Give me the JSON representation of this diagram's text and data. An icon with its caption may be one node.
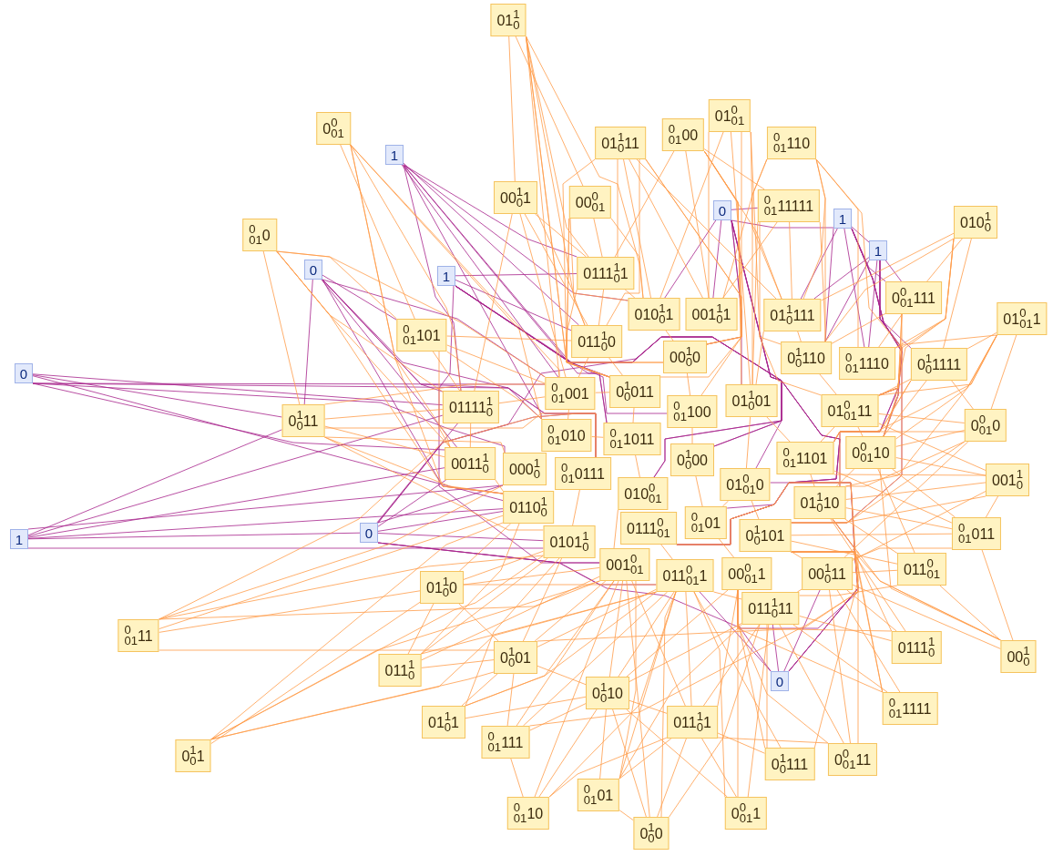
{
  "diagram": {
    "nodes": [
      {
        "text": [
          "1"
        ]
      },
      {
        "text": [
          "01$^{1}$$_{0}$"
        ]
      },
      {
        "text": [
          "0$^{0}$$_{01}$"
        ]
      },
      {
        "text": [
          "$^{0}$$_{01}$0"
        ]
      },
      {
        "text": [
          "01$^{1}$$_{0}$11"
        ]
      },
      {
        "text": [
          "$^{0}$$_{01}$00"
        ]
      },
      {
        "text": [
          "01$^{0}$$_{01}$"
        ]
      },
      {
        "text": [
          "$^{0}$$_{01}$110"
        ]
      },
      {
        "text": [
          "00$^{1}$$_{0}$1"
        ]
      },
      {
        "text": [
          "00$^{0}$$_{01}$"
        ]
      },
      {
        "text": [
          "$^{0}$$_{01}$11111"
        ]
      },
      {
        "text": [
          "010$^{1}$$_{0}$"
        ]
      },
      {
        "text": [
          "0111$^{1}$$_{0}$1"
        ]
      },
      {
        "text": [
          "0$^{0}$$_{01}$111"
        ]
      },
      {
        "text": [
          "01$^{0}$$_{01}$1"
        ]
      },
      {
        "text": [
          "$^{0}$$_{01}$101"
        ]
      },
      {
        "text": [
          "010$^{1}$$_{0}$1"
        ]
      },
      {
        "text": [
          "001$^{1}$$_{0}$1"
        ]
      },
      {
        "text": [
          "011$^{1}$$_{0}$0"
        ]
      },
      {
        "text": [
          "01$^{1}$$_{0}$111"
        ]
      },
      {
        "text": [
          "00$^{1}$$_{0}$0"
        ]
      },
      {
        "text": [
          "0$^{1}$$_{0}$110"
        ]
      },
      {
        "text": [
          "$^{0}$$_{01}$1110"
        ]
      },
      {
        "text": [
          "0$^{1}$$_{0}$1111"
        ]
      },
      {
        "text": [
          "01111$^{1}$$_{0}$"
        ]
      },
      {
        "text": [
          "$^{0}$$_{01}$001"
        ]
      },
      {
        "text": [
          "0$^{1}$$_{0}$011"
        ]
      },
      {
        "text": [
          "$^{0}$$_{01}$100"
        ]
      },
      {
        "text": [
          "01$^{1}$$_{0}$01"
        ]
      },
      {
        "text": [
          "0$^{1}$$_{0}$11"
        ]
      },
      {
        "text": [
          "01$^{0}$$_{01}$11"
        ]
      },
      {
        "text": [
          "0$^{0}$$_{01}$0"
        ]
      },
      {
        "text": [
          "0011$^{1}$$_{0}$"
        ]
      },
      {
        "text": [
          "000$^{1}$$_{0}$"
        ]
      },
      {
        "text": [
          "$^{0}$$_{01}$010"
        ]
      },
      {
        "text": [
          "$^{0}$$_{01}$1011"
        ]
      },
      {
        "text": [
          "0$^{1}$$_{0}$00"
        ]
      },
      {
        "text": [
          "$^{0}$$_{01}$0111"
        ]
      },
      {
        "text": [
          "010$^{0}$$_{01}$"
        ]
      },
      {
        "text": [
          "$^{0}$$_{01}$1101"
        ]
      },
      {
        "text": [
          "01$^{0}$$_{01}$0"
        ]
      },
      {
        "text": [
          "0$^{0}$$_{01}$10"
        ]
      },
      {
        "text": [
          "001$^{1}$$_{0}$"
        ]
      },
      {
        "text": [
          "0110$^{1}$$_{0}$"
        ]
      },
      {
        "text": [
          "0101$^{1}$$_{0}$"
        ]
      },
      {
        "text": [
          "0111$^{0}$$_{01}$"
        ]
      },
      {
        "text": [
          "01$^{1}$$_{0}$10"
        ]
      },
      {
        "text": [
          "$^{0}$$_{01}$01"
        ]
      },
      {
        "text": [
          "0$^{1}$$_{0}$101"
        ]
      },
      {
        "text": [
          "001$^{0}$$_{01}$"
        ]
      },
      {
        "text": [
          "$^{0}$$_{01}$011"
        ]
      },
      {
        "text": [
          "00$^{0}$$_{01}$1"
        ]
      },
      {
        "text": [
          "011$^{0}$$_{01}$1"
        ]
      },
      {
        "text": [
          "00$^{1}$$_{0}$11"
        ]
      },
      {
        "text": [
          "011$^{0}$$_{01}$"
        ]
      },
      {
        "text": [
          "011$^{1}$$_{0}$11"
        ]
      },
      {
        "text": [
          "01$^{1}$$_{0}$0"
        ]
      },
      {
        "text": [
          "$^{0}$$_{01}$11"
        ]
      },
      {
        "text": [
          "0111$^{1}$$_{0}$"
        ]
      },
      {
        "text": [
          "00$^{1}$$_{0}$"
        ]
      },
      {
        "text": [
          "0$^{1}$$_{0}$01"
        ]
      },
      {
        "text": [
          "011$^{1}$$_{0}$"
        ]
      },
      {
        "text": [
          "0$^{1}$$_{0}$10"
        ]
      },
      {
        "text": [
          "$^{0}$$_{01}$1111"
        ]
      },
      {
        "text": [
          "01$^{1}$$_{0}$1"
        ]
      },
      {
        "text": [
          "011$^{1}$$_{0}$1"
        ]
      },
      {
        "text": [
          "$^{0}$$_{01}$111"
        ]
      },
      {
        "text": [
          "0$^{1}$$_{0}$1"
        ]
      },
      {
        "text": [
          "0$^{1}$$_{0}$111"
        ]
      },
      {
        "text": [
          "0$^{0}$$_{01}$11"
        ]
      },
      {
        "text": [
          "$^{0}$$_{01}$10"
        ]
      },
      {
        "text": [
          "$^{0}$$_{01}$01"
        ]
      },
      {
        "text": [
          "0$^{0}$$_{01}$1"
        ]
      },
      {
        "text": [
          "0$^{1}$$_{0}$0"
        ]
      },
      {
        "text": [
          "0"
        ]
      },
      {
        "text": [
          "1"
        ]
      },
      {
        "text": [
          "0"
        ]
      },
      {
        "text": [
          "1"
        ]
      },
      {
        "text": [
          "1"
        ]
      },
      {
        "text": [
          "0"
        ]
      },
      {
        "text": [
          "1"
        ]
      },
      {
        "text": [
          "0"
        ]
      },
      {
        "text": [
          "0"
        ]
      }
    ],
    "edges": [
      {
        "from": 0,
        "to": 12,
        "arrow": "none",
        "color": "#a8248c"
      },
      {
        "from": 0,
        "to": 16,
        "arrow": "none",
        "color": "#a8248c"
      },
      {
        "from": 0,
        "to": 18,
        "arrow": "none",
        "color": "#a8248c"
      },
      {
        "from": 0,
        "to": 24,
        "arrow": "none",
        "color": "#a8248c"
      },
      {
        "from": 0,
        "to": 25,
        "arrow": "none",
        "color": "#a8248c"
      },
      {
        "from": 0,
        "to": 26,
        "arrow": "none",
        "color": "#a8248c"
      },
      {
        "from": 0,
        "to": 34,
        "arrow": "none",
        "color": "#a8248c"
      },
      {
        "from": 0,
        "to": 35,
        "arrow": "none",
        "color": "#a8248c"
      },
      {
        "from": 74,
        "to": 24,
        "arrow": "none",
        "color": "#a8248c"
      },
      {
        "from": 74,
        "to": 15,
        "arrow": "none",
        "color": "#a8248c"
      },
      {
        "from": 74,
        "to": 32,
        "arrow": "none",
        "color": "#a8248c"
      },
      {
        "from": 74,
        "to": 25,
        "arrow": "none",
        "color": "#a8248c"
      },
      {
        "from": 74,
        "to": 43,
        "arrow": "none",
        "color": "#a8248c"
      },
      {
        "from": 74,
        "to": 37,
        "arrow": "none",
        "color": "#a8248c"
      },
      {
        "from": 74,
        "to": 34,
        "arrow": "none",
        "color": "#a8248c"
      },
      {
        "from": 74,
        "to": 29,
        "arrow": "none",
        "color": "#a8248c"
      },
      {
        "from": 75,
        "to": 12,
        "arrow": "none",
        "color": "#a8248c"
      },
      {
        "from": 75,
        "to": 18,
        "arrow": "none",
        "color": "#a8248c"
      },
      {
        "from": 75,
        "to": 26,
        "arrow": "none",
        "color": "#a8248c"
      },
      {
        "from": 75,
        "to": 35,
        "arrow": "none",
        "color": "#a8248c"
      },
      {
        "from": 75,
        "to": 36,
        "arrow": "none",
        "color": "#a8248c"
      },
      {
        "from": 75,
        "to": 38,
        "arrow": "none",
        "color": "#a8248c"
      },
      {
        "from": 75,
        "to": 45,
        "arrow": "none",
        "color": "#a8248c"
      },
      {
        "from": 75,
        "to": 27,
        "arrow": "none",
        "color": "#a8248c"
      },
      {
        "from": 75,
        "to": 49,
        "arrow": "none",
        "color": "#a8248c"
      },
      {
        "from": 76,
        "to": 10,
        "arrow": "none",
        "color": "#a8248c"
      },
      {
        "from": 76,
        "to": 16,
        "arrow": "none",
        "color": "#a8248c"
      },
      {
        "from": 76,
        "to": 17,
        "arrow": "none",
        "color": "#a8248c"
      },
      {
        "from": 76,
        "to": 20,
        "arrow": "none",
        "color": "#a8248c"
      },
      {
        "from": 76,
        "to": 28,
        "arrow": "none",
        "color": "#a8248c"
      },
      {
        "from": 76,
        "to": 36,
        "arrow": "none",
        "color": "#a8248c"
      },
      {
        "from": 76,
        "to": 47,
        "arrow": "none",
        "color": "#a8248c"
      },
      {
        "from": 76,
        "to": 40,
        "arrow": "none",
        "color": "#a8248c"
      },
      {
        "from": 76,
        "to": 45,
        "arrow": "none",
        "color": "#a8248c"
      },
      {
        "from": 76,
        "to": 77,
        "arrow": "none",
        "color": "#a8248c"
      },
      {
        "from": 77,
        "to": 19,
        "arrow": "none",
        "color": "#a8248c"
      },
      {
        "from": 77,
        "to": 21,
        "arrow": "none",
        "color": "#a8248c"
      },
      {
        "from": 77,
        "to": 22,
        "arrow": "none",
        "color": "#a8248c"
      },
      {
        "from": 77,
        "to": 30,
        "arrow": "none",
        "color": "#a8248c"
      },
      {
        "from": 77,
        "to": 41,
        "arrow": "none",
        "color": "#a8248c"
      },
      {
        "from": 77,
        "to": 46,
        "arrow": "none",
        "color": "#a8248c"
      },
      {
        "from": 77,
        "to": 48,
        "arrow": "none",
        "color": "#a8248c"
      },
      {
        "from": 77,
        "to": 13,
        "arrow": "none",
        "color": "#a8248c"
      },
      {
        "from": 77,
        "to": 78,
        "arrow": "none",
        "color": "#a8248c"
      },
      {
        "from": 78,
        "to": 21,
        "arrow": "none",
        "color": "#a8248c"
      },
      {
        "from": 78,
        "to": 22,
        "arrow": "none",
        "color": "#a8248c"
      },
      {
        "from": 78,
        "to": 23,
        "arrow": "none",
        "color": "#a8248c"
      },
      {
        "from": 78,
        "to": 30,
        "arrow": "none",
        "color": "#a8248c"
      },
      {
        "from": 78,
        "to": 41,
        "arrow": "none",
        "color": "#a8248c"
      },
      {
        "from": 78,
        "to": 13,
        "arrow": "none",
        "color": "#a8248c"
      },
      {
        "from": 78,
        "to": 19,
        "arrow": "none",
        "color": "#a8248c"
      },
      {
        "from": 78,
        "to": 39,
        "arrow": "none",
        "color": "#a8248c"
      },
      {
        "from": 79,
        "to": 29,
        "arrow": "none",
        "color": "#a8248c"
      },
      {
        "from": 79,
        "to": 24,
        "arrow": "none",
        "color": "#a8248c"
      },
      {
        "from": 79,
        "to": 32,
        "arrow": "none",
        "color": "#a8248c"
      },
      {
        "from": 79,
        "to": 25,
        "arrow": "none",
        "color": "#a8248c"
      },
      {
        "from": 79,
        "to": 33,
        "arrow": "none",
        "color": "#a8248c"
      },
      {
        "from": 79,
        "to": 43,
        "arrow": "none",
        "color": "#a8248c"
      },
      {
        "from": 79,
        "to": 37,
        "arrow": "none",
        "color": "#a8248c"
      },
      {
        "from": 80,
        "to": 29,
        "arrow": "none",
        "color": "#a8248c"
      },
      {
        "from": 80,
        "to": 24,
        "arrow": "none",
        "color": "#a8248c"
      },
      {
        "from": 80,
        "to": 32,
        "arrow": "none",
        "color": "#a8248c"
      },
      {
        "from": 80,
        "to": 33,
        "arrow": "none",
        "color": "#a8248c"
      },
      {
        "from": 80,
        "to": 43,
        "arrow": "none",
        "color": "#a8248c"
      },
      {
        "from": 80,
        "to": 44,
        "arrow": "none",
        "color": "#a8248c"
      },
      {
        "from": 80,
        "to": 81,
        "arrow": "none",
        "color": "#a8248c"
      },
      {
        "from": 81,
        "to": 43,
        "arrow": "none",
        "color": "#a8248c"
      },
      {
        "from": 81,
        "to": 44,
        "arrow": "none",
        "color": "#a8248c"
      },
      {
        "from": 81,
        "to": 32,
        "arrow": "none",
        "color": "#a8248c"
      },
      {
        "from": 81,
        "to": 33,
        "arrow": "none",
        "color": "#a8248c"
      },
      {
        "from": 81,
        "to": 49,
        "arrow": "none",
        "color": "#a8248c"
      },
      {
        "from": 81,
        "to": 45,
        "arrow": "none",
        "color": "#a8248c"
      },
      {
        "from": 81,
        "to": 52,
        "arrow": "none",
        "color": "#a8248c"
      },
      {
        "from": 81,
        "to": 24,
        "arrow": "none",
        "color": "#a8248c"
      },
      {
        "from": 81,
        "to": 37,
        "arrow": "none",
        "color": "#a8248c"
      },
      {
        "from": 81,
        "to": 38,
        "arrow": "none",
        "color": "#a8248c"
      },
      {
        "from": 82,
        "to": 55,
        "arrow": "none",
        "color": "#a8248c"
      },
      {
        "from": 82,
        "to": 51,
        "arrow": "none",
        "color": "#a8248c"
      },
      {
        "from": 82,
        "to": 52,
        "arrow": "none",
        "color": "#a8248c"
      },
      {
        "from": 82,
        "to": 48,
        "arrow": "none",
        "color": "#a8248c"
      },
      {
        "from": 82,
        "to": 53,
        "arrow": "none",
        "color": "#a8248c"
      },
      {
        "from": 82,
        "to": 40,
        "arrow": "none",
        "color": "#a8248c"
      },
      {
        "from": 82,
        "to": 46,
        "arrow": "none",
        "color": "#a8248c"
      },
      {
        "from": 1,
        "to": 8,
        "arrow": "none"
      },
      {
        "from": 1,
        "to": 9,
        "arrow": "none"
      },
      {
        "from": 1,
        "to": 12,
        "arrow": "none"
      },
      {
        "from": 1,
        "to": 18,
        "arrow": "none"
      },
      {
        "from": 1,
        "to": 16,
        "arrow": "none"
      },
      {
        "from": 1,
        "to": 26,
        "arrow": "none"
      },
      {
        "from": 1,
        "to": 20,
        "arrow": "none"
      },
      {
        "from": 1,
        "to": 25,
        "arrow": "none"
      },
      {
        "from": 2,
        "to": 15,
        "arrow": "none"
      },
      {
        "from": 2,
        "to": 24,
        "arrow": "none"
      },
      {
        "from": 2,
        "to": 32,
        "arrow": "none"
      },
      {
        "from": 2,
        "to": 25,
        "arrow": "none"
      },
      {
        "from": 2,
        "to": 43,
        "arrow": "none"
      },
      {
        "from": 2,
        "to": 34,
        "arrow": "none"
      },
      {
        "from": 3,
        "to": 15,
        "arrow": "none"
      },
      {
        "from": 3,
        "to": 24,
        "arrow": "none"
      },
      {
        "from": 3,
        "to": 29,
        "arrow": "none"
      },
      {
        "from": 3,
        "to": 32,
        "arrow": "none"
      },
      {
        "from": 3,
        "to": 25,
        "arrow": "none"
      },
      {
        "from": 3,
        "to": 43,
        "arrow": "none"
      },
      {
        "from": 4,
        "to": 12,
        "arrow": "none"
      },
      {
        "from": 4,
        "to": 16,
        "arrow": "none"
      },
      {
        "from": 4,
        "to": 17,
        "arrow": "none"
      },
      {
        "from": 4,
        "to": 18,
        "arrow": "none"
      },
      {
        "from": 4,
        "to": 20,
        "arrow": "none"
      },
      {
        "from": 4,
        "to": 26,
        "arrow": "none"
      },
      {
        "from": 4,
        "to": 27,
        "arrow": "none"
      },
      {
        "from": 4,
        "to": 19,
        "arrow": "none"
      },
      {
        "from": 5,
        "to": 12,
        "arrow": "none"
      },
      {
        "from": 5,
        "to": 17,
        "arrow": "none"
      },
      {
        "from": 5,
        "to": 20,
        "arrow": "none"
      },
      {
        "from": 5,
        "to": 28,
        "arrow": "none"
      },
      {
        "from": 5,
        "to": 26,
        "arrow": "none"
      },
      {
        "from": 5,
        "to": 19,
        "arrow": "none"
      },
      {
        "from": 5,
        "to": 10,
        "arrow": "none"
      },
      {
        "from": 6,
        "to": 16,
        "arrow": "none"
      },
      {
        "from": 6,
        "to": 17,
        "arrow": "none"
      },
      {
        "from": 6,
        "to": 19,
        "arrow": "none"
      },
      {
        "from": 6,
        "to": 21,
        "arrow": "none"
      },
      {
        "from": 6,
        "to": 28,
        "arrow": "none"
      },
      {
        "from": 6,
        "to": 20,
        "arrow": "none"
      },
      {
        "from": 7,
        "to": 17,
        "arrow": "none"
      },
      {
        "from": 7,
        "to": 19,
        "arrow": "none"
      },
      {
        "from": 7,
        "to": 21,
        "arrow": "none"
      },
      {
        "from": 7,
        "to": 22,
        "arrow": "none"
      },
      {
        "from": 7,
        "to": 28,
        "arrow": "none"
      },
      {
        "from": 7,
        "to": 30,
        "arrow": "none"
      },
      {
        "from": 8,
        "to": 12,
        "arrow": "none"
      },
      {
        "from": 8,
        "to": 18,
        "arrow": "none"
      },
      {
        "from": 8,
        "to": 25,
        "arrow": "none"
      },
      {
        "from": 8,
        "to": 24,
        "arrow": "none"
      },
      {
        "from": 8,
        "to": 16,
        "arrow": "none"
      },
      {
        "from": 9,
        "to": 12,
        "arrow": "none"
      },
      {
        "from": 9,
        "to": 18,
        "arrow": "none"
      },
      {
        "from": 9,
        "to": 26,
        "arrow": "none"
      },
      {
        "from": 9,
        "to": 16,
        "arrow": "none"
      },
      {
        "from": 9,
        "to": 20,
        "arrow": "none"
      },
      {
        "from": 10,
        "to": 19,
        "arrow": "none"
      },
      {
        "from": 10,
        "to": 21,
        "arrow": "none"
      },
      {
        "from": 10,
        "to": 17,
        "arrow": "none"
      },
      {
        "from": 10,
        "to": 28,
        "arrow": "none"
      },
      {
        "from": 10,
        "to": 30,
        "arrow": "none"
      },
      {
        "from": 11,
        "to": 13,
        "arrow": "none"
      },
      {
        "from": 11,
        "to": 19,
        "arrow": "none"
      },
      {
        "from": 11,
        "to": 21,
        "arrow": "none"
      },
      {
        "from": 11,
        "to": 22,
        "arrow": "none"
      },
      {
        "from": 11,
        "to": 23,
        "arrow": "none"
      },
      {
        "from": 11,
        "to": 30,
        "arrow": "none"
      },
      {
        "from": 11,
        "to": 41,
        "arrow": "none"
      },
      {
        "from": 13,
        "to": 21,
        "arrow": "none"
      },
      {
        "from": 13,
        "to": 22,
        "arrow": "none"
      },
      {
        "from": 13,
        "to": 30,
        "arrow": "none"
      },
      {
        "from": 13,
        "to": 41,
        "arrow": "none"
      },
      {
        "from": 13,
        "to": 48,
        "arrow": "none"
      },
      {
        "from": 14,
        "to": 23,
        "arrow": "none"
      },
      {
        "from": 14,
        "to": 22,
        "arrow": "none"
      },
      {
        "from": 14,
        "to": 30,
        "arrow": "none"
      },
      {
        "from": 14,
        "to": 41,
        "arrow": "none"
      },
      {
        "from": 14,
        "to": 46,
        "arrow": "none"
      },
      {
        "from": 14,
        "to": 31,
        "arrow": "none"
      },
      {
        "from": 14,
        "to": 39,
        "arrow": "none"
      },
      {
        "from": 15,
        "to": 24,
        "arrow": "none"
      },
      {
        "from": 15,
        "to": 25,
        "arrow": "none"
      },
      {
        "from": 15,
        "to": 32,
        "arrow": "none"
      },
      {
        "from": 15,
        "to": 18,
        "arrow": "none"
      },
      {
        "from": 15,
        "to": 34,
        "arrow": "none"
      },
      {
        "from": 23,
        "to": 30,
        "arrow": "none"
      },
      {
        "from": 23,
        "to": 41,
        "arrow": "none"
      },
      {
        "from": 23,
        "to": 39,
        "arrow": "none"
      },
      {
        "from": 23,
        "to": 46,
        "arrow": "none"
      },
      {
        "from": 23,
        "to": 31,
        "arrow": "none"
      },
      {
        "from": 29,
        "to": 24,
        "arrow": "none"
      },
      {
        "from": 29,
        "to": 32,
        "arrow": "none"
      },
      {
        "from": 29,
        "to": 33,
        "arrow": "none"
      },
      {
        "from": 29,
        "to": 43,
        "arrow": "none"
      },
      {
        "from": 29,
        "to": 37,
        "arrow": "none"
      },
      {
        "from": 29,
        "to": 44,
        "arrow": "none"
      },
      {
        "from": 29,
        "to": 25,
        "arrow": "none"
      },
      {
        "from": 31,
        "to": 41,
        "arrow": "none"
      },
      {
        "from": 31,
        "to": 30,
        "arrow": "none"
      },
      {
        "from": 31,
        "to": 39,
        "arrow": "none"
      },
      {
        "from": 31,
        "to": 46,
        "arrow": "none"
      },
      {
        "from": 31,
        "to": 53,
        "arrow": "none"
      },
      {
        "from": 31,
        "to": 48,
        "arrow": "none"
      },
      {
        "from": 42,
        "to": 41,
        "arrow": "none"
      },
      {
        "from": 42,
        "to": 46,
        "arrow": "none"
      },
      {
        "from": 42,
        "to": 53,
        "arrow": "none"
      },
      {
        "from": 42,
        "to": 39,
        "arrow": "none"
      },
      {
        "from": 42,
        "to": 48,
        "arrow": "none"
      },
      {
        "from": 42,
        "to": 30,
        "arrow": "none"
      },
      {
        "from": 42,
        "to": 50,
        "arrow": "none"
      },
      {
        "from": 50,
        "to": 46,
        "arrow": "none"
      },
      {
        "from": 50,
        "to": 53,
        "arrow": "none"
      },
      {
        "from": 50,
        "to": 48,
        "arrow": "none"
      },
      {
        "from": 50,
        "to": 41,
        "arrow": "none"
      },
      {
        "from": 50,
        "to": 39,
        "arrow": "none"
      },
      {
        "from": 54,
        "to": 53,
        "arrow": "none"
      },
      {
        "from": 54,
        "to": 46,
        "arrow": "none"
      },
      {
        "from": 54,
        "to": 55,
        "arrow": "none"
      },
      {
        "from": 54,
        "to": 48,
        "arrow": "none"
      },
      {
        "from": 54,
        "to": 41,
        "arrow": "none"
      },
      {
        "from": 57,
        "to": 43,
        "arrow": "none"
      },
      {
        "from": 57,
        "to": 44,
        "arrow": "none"
      },
      {
        "from": 57,
        "to": 60,
        "arrow": "none"
      },
      {
        "from": 57,
        "to": 49,
        "arrow": "none"
      },
      {
        "from": 57,
        "to": 56,
        "arrow": "none"
      },
      {
        "from": 57,
        "to": 37,
        "arrow": "none"
      },
      {
        "from": 57,
        "to": 33,
        "arrow": "none"
      },
      {
        "from": 58,
        "to": 53,
        "arrow": "none"
      },
      {
        "from": 58,
        "to": 55,
        "arrow": "none"
      },
      {
        "from": 58,
        "to": 46,
        "arrow": "none"
      },
      {
        "from": 58,
        "to": 48,
        "arrow": "none"
      },
      {
        "from": 58,
        "to": 51,
        "arrow": "none"
      },
      {
        "from": 59,
        "to": 53,
        "arrow": "none"
      },
      {
        "from": 59,
        "to": 46,
        "arrow": "none"
      },
      {
        "from": 59,
        "to": 41,
        "arrow": "none"
      },
      {
        "from": 59,
        "to": 54,
        "arrow": "none"
      },
      {
        "from": 59,
        "to": 48,
        "arrow": "none"
      },
      {
        "from": 59,
        "to": 50,
        "arrow": "none"
      },
      {
        "from": 56,
        "to": 43,
        "arrow": "none"
      },
      {
        "from": 56,
        "to": 44,
        "arrow": "none"
      },
      {
        "from": 56,
        "to": 49,
        "arrow": "none"
      },
      {
        "from": 56,
        "to": 60,
        "arrow": "none"
      },
      {
        "from": 56,
        "to": 52,
        "arrow": "none"
      },
      {
        "from": 60,
        "to": 44,
        "arrow": "none"
      },
      {
        "from": 60,
        "to": 49,
        "arrow": "none"
      },
      {
        "from": 60,
        "to": 52,
        "arrow": "none"
      },
      {
        "from": 60,
        "to": 62,
        "arrow": "none"
      },
      {
        "from": 60,
        "to": 45,
        "arrow": "none"
      },
      {
        "from": 61,
        "to": 43,
        "arrow": "none"
      },
      {
        "from": 61,
        "to": 44,
        "arrow": "none"
      },
      {
        "from": 61,
        "to": 49,
        "arrow": "none"
      },
      {
        "from": 61,
        "to": 60,
        "arrow": "none"
      },
      {
        "from": 61,
        "to": 56,
        "arrow": "none"
      },
      {
        "from": 61,
        "to": 52,
        "arrow": "none"
      },
      {
        "from": 62,
        "to": 52,
        "arrow": "none"
      },
      {
        "from": 62,
        "to": 49,
        "arrow": "none"
      },
      {
        "from": 62,
        "to": 65,
        "arrow": "none"
      },
      {
        "from": 62,
        "to": 55,
        "arrow": "none"
      },
      {
        "from": 62,
        "to": 51,
        "arrow": "none"
      },
      {
        "from": 63,
        "to": 55,
        "arrow": "none"
      },
      {
        "from": 63,
        "to": 53,
        "arrow": "none"
      },
      {
        "from": 63,
        "to": 48,
        "arrow": "none"
      },
      {
        "from": 63,
        "to": 51,
        "arrow": "none"
      },
      {
        "from": 63,
        "to": 46,
        "arrow": "none"
      },
      {
        "from": 64,
        "to": 44,
        "arrow": "none"
      },
      {
        "from": 64,
        "to": 49,
        "arrow": "none"
      },
      {
        "from": 64,
        "to": 60,
        "arrow": "none"
      },
      {
        "from": 64,
        "to": 52,
        "arrow": "none"
      },
      {
        "from": 64,
        "to": 62,
        "arrow": "none"
      },
      {
        "from": 65,
        "to": 52,
        "arrow": "none"
      },
      {
        "from": 65,
        "to": 55,
        "arrow": "none"
      },
      {
        "from": 65,
        "to": 51,
        "arrow": "none"
      },
      {
        "from": 65,
        "to": 49,
        "arrow": "none"
      },
      {
        "from": 66,
        "to": 49,
        "arrow": "none"
      },
      {
        "from": 66,
        "to": 52,
        "arrow": "none"
      },
      {
        "from": 66,
        "to": 45,
        "arrow": "none"
      },
      {
        "from": 66,
        "to": 60,
        "arrow": "none"
      },
      {
        "from": 66,
        "to": 62,
        "arrow": "none"
      },
      {
        "from": 67,
        "to": 43,
        "arrow": "none"
      },
      {
        "from": 67,
        "to": 44,
        "arrow": "none"
      },
      {
        "from": 67,
        "to": 49,
        "arrow": "none"
      },
      {
        "from": 67,
        "to": 52,
        "arrow": "none"
      },
      {
        "from": 67,
        "to": 56,
        "arrow": "none"
      },
      {
        "from": 67,
        "to": 60,
        "arrow": "none"
      },
      {
        "from": 68,
        "to": 55,
        "arrow": "none"
      },
      {
        "from": 68,
        "to": 51,
        "arrow": "none"
      },
      {
        "from": 68,
        "to": 52,
        "arrow": "none"
      },
      {
        "from": 68,
        "to": 65,
        "arrow": "none"
      },
      {
        "from": 68,
        "to": 48,
        "arrow": "none"
      },
      {
        "from": 69,
        "to": 55,
        "arrow": "none"
      },
      {
        "from": 69,
        "to": 53,
        "arrow": "none"
      },
      {
        "from": 69,
        "to": 51,
        "arrow": "none"
      },
      {
        "from": 69,
        "to": 48,
        "arrow": "none"
      },
      {
        "from": 69,
        "to": 65,
        "arrow": "none"
      },
      {
        "from": 70,
        "to": 62,
        "arrow": "none"
      },
      {
        "from": 70,
        "to": 52,
        "arrow": "none"
      },
      {
        "from": 70,
        "to": 49,
        "arrow": "none"
      },
      {
        "from": 70,
        "to": 65,
        "arrow": "none"
      },
      {
        "from": 70,
        "to": 66,
        "arrow": "none"
      },
      {
        "from": 71,
        "to": 62,
        "arrow": "none"
      },
      {
        "from": 71,
        "to": 65,
        "arrow": "none"
      },
      {
        "from": 71,
        "to": 52,
        "arrow": "none"
      },
      {
        "from": 71,
        "to": 55,
        "arrow": "none"
      },
      {
        "from": 71,
        "to": 49,
        "arrow": "none"
      },
      {
        "from": 72,
        "to": 65,
        "arrow": "none"
      },
      {
        "from": 72,
        "to": 55,
        "arrow": "none"
      },
      {
        "from": 72,
        "to": 52,
        "arrow": "none"
      },
      {
        "from": 72,
        "to": 62,
        "arrow": "none"
      },
      {
        "from": 72,
        "to": 51,
        "arrow": "none"
      },
      {
        "from": 73,
        "to": 65,
        "arrow": "none"
      },
      {
        "from": 73,
        "to": 62,
        "arrow": "none"
      },
      {
        "from": 73,
        "to": 52,
        "arrow": "none"
      },
      {
        "from": 73,
        "to": 55,
        "arrow": "none"
      },
      {
        "from": 73,
        "to": 49,
        "arrow": "none"
      },
      {
        "from": 73,
        "to": 71,
        "arrow": "none"
      },
      {
        "from": 12,
        "to": 16,
        "arrow": "none"
      },
      {
        "from": 12,
        "to": 18,
        "arrow": "none"
      },
      {
        "from": 12,
        "to": 26,
        "arrow": "none"
      },
      {
        "from": 16,
        "to": 20,
        "arrow": "none"
      },
      {
        "from": 18,
        "to": 26,
        "arrow": "none"
      },
      {
        "from": 18,
        "to": 25,
        "arrow": "none"
      },
      {
        "from": 19,
        "to": 21,
        "arrow": "none"
      },
      {
        "from": 19,
        "to": 28,
        "arrow": "none"
      },
      {
        "from": 21,
        "to": 30,
        "arrow": "none"
      },
      {
        "from": 24,
        "to": 25,
        "arrow": "none"
      },
      {
        "from": 24,
        "to": 32,
        "arrow": "none"
      },
      {
        "from": 25,
        "to": 34,
        "arrow": "none"
      },
      {
        "from": 25,
        "to": 26,
        "arrow": "none"
      },
      {
        "from": 26,
        "to": 35,
        "arrow": "none"
      },
      {
        "from": 27,
        "to": 36,
        "arrow": "none"
      },
      {
        "from": 28,
        "to": 39,
        "arrow": "none"
      },
      {
        "from": 28,
        "to": 40,
        "arrow": "none"
      },
      {
        "from": 30,
        "to": 41,
        "arrow": "none"
      },
      {
        "from": 30,
        "to": 39,
        "arrow": "none"
      },
      {
        "from": 32,
        "to": 43,
        "arrow": "none"
      },
      {
        "from": 34,
        "to": 35,
        "arrow": "none"
      },
      {
        "from": 35,
        "to": 38,
        "arrow": "none"
      },
      {
        "from": 36,
        "to": 47,
        "arrow": "none"
      },
      {
        "from": 37,
        "to": 44,
        "arrow": "none"
      },
      {
        "from": 38,
        "to": 49,
        "arrow": "none"
      },
      {
        "from": 39,
        "to": 46,
        "arrow": "none"
      },
      {
        "from": 40,
        "to": 47,
        "arrow": "none"
      },
      {
        "from": 40,
        "to": 48,
        "arrow": "none"
      },
      {
        "from": 41,
        "to": 46,
        "arrow": "none"
      },
      {
        "from": 45,
        "to": 52,
        "arrow": "none"
      },
      {
        "from": 47,
        "to": 51,
        "arrow": "none"
      },
      {
        "from": 48,
        "to": 53,
        "arrow": "none"
      },
      {
        "from": 52,
        "to": 55,
        "arrow": "none"
      },
      {
        "from": 53,
        "to": 55,
        "arrow": "none"
      },
      {
        "from": 20,
        "to": 27,
        "arrow": "none"
      }
    ]
  }
}
